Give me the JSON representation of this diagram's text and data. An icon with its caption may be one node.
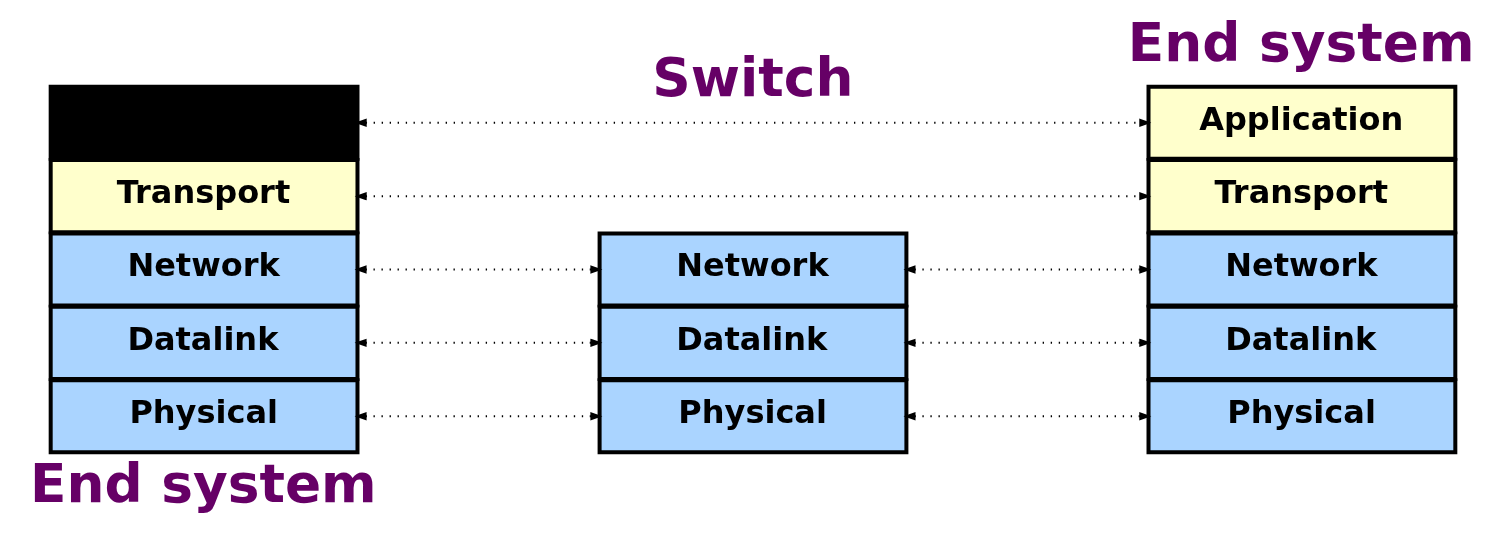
{
  "diagram": {
    "nodes": [
      {
        "text": [],
        "shape": "box"
      },
      {
        "text": [
          "Application"
        ]
      },
      {
        "text": [
          "Transport"
        ]
      },
      {
        "text": [
          "Transport"
        ]
      },
      {
        "text": [
          "Network"
        ]
      },
      {
        "text": [
          "Network"
        ]
      },
      {
        "text": [
          "Network"
        ]
      },
      {
        "text": [
          "Datalink"
        ]
      },
      {
        "text": [
          "Datalink"
        ]
      },
      {
        "text": [
          "Datalink"
        ]
      },
      {
        "text": [
          "Physical"
        ]
      },
      {
        "text": [
          "Physical"
        ]
      },
      {
        "text": [
          "Physical"
        ]
      }
    ],
    "edges": [
      {
        "from": 0,
        "to": 1,
        "arrow": "both",
        "style": "dashed"
      },
      {
        "from": 2,
        "to": 3,
        "arrow": "both",
        "style": "dashed"
      },
      {
        "from": 4,
        "to": 5,
        "arrow": "both",
        "style": "dashed"
      },
      {
        "from": 5,
        "to": 6,
        "arrow": "both",
        "style": "dashed"
      },
      {
        "from": 7,
        "to": 8,
        "arrow": "both",
        "style": "dashed"
      },
      {
        "from": 8,
        "to": 9,
        "arrow": "both",
        "style": "dashed"
      },
      {
        "from": 10,
        "to": 11,
        "arrow": "both",
        "style": "dashed"
      },
      {
        "from": 11,
        "to": 12,
        "arrow": "both",
        "style": "dashed"
      }
    ],
    "labels": [
      "End system",
      "Switch",
      "End system"
    ]
  }
}
